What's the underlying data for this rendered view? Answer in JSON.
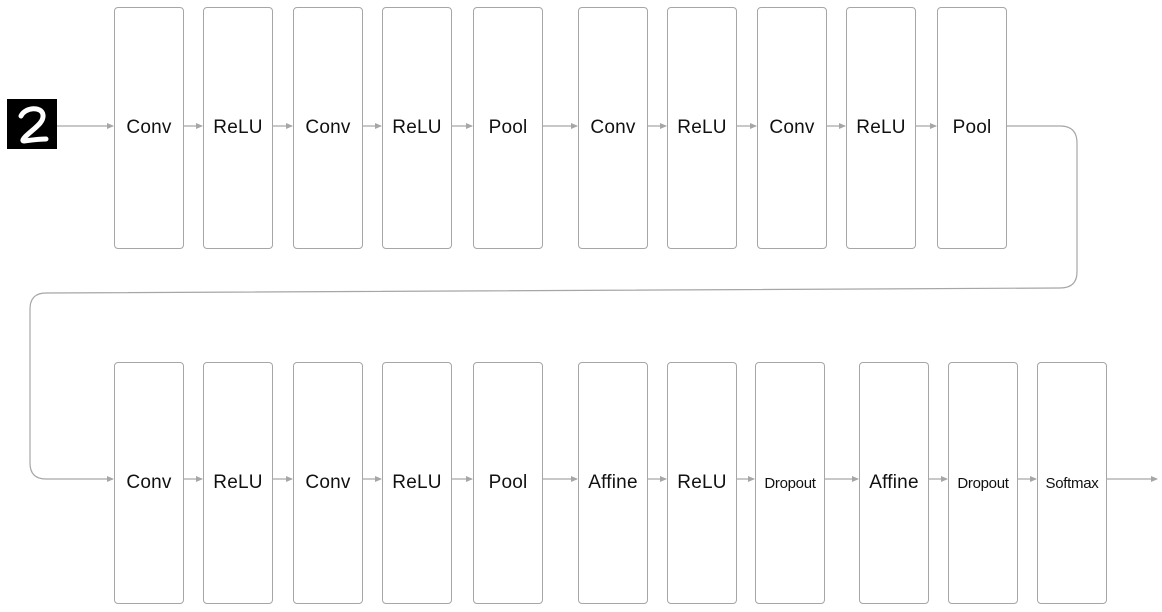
{
  "diagram": {
    "input": {
      "icon": "handwritten-digit-2-image"
    },
    "rows": [
      {
        "layers": [
          "Conv",
          "ReLU",
          "Conv",
          "ReLU",
          "Pool",
          "Conv",
          "ReLU",
          "Conv",
          "ReLU",
          "Pool"
        ]
      },
      {
        "layers": [
          "Conv",
          "ReLU",
          "Conv",
          "ReLU",
          "Pool",
          "Affine",
          "ReLU",
          "Dropout",
          "Affine",
          "Dropout",
          "Softmax"
        ]
      }
    ],
    "colors": {
      "stroke": "#a6a6a6",
      "text": "#111111",
      "image_bg": "#000000"
    }
  }
}
